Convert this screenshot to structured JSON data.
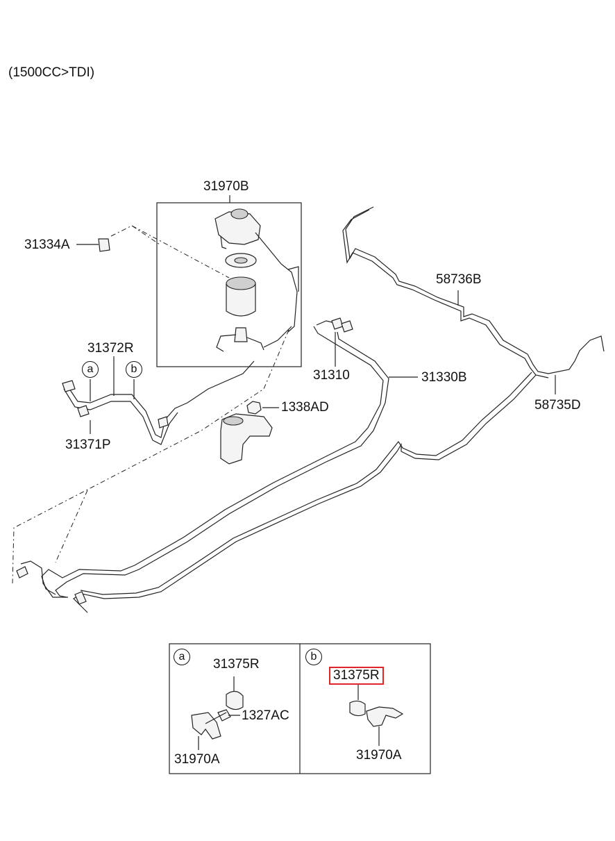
{
  "caption": "(1500CC>TDI)",
  "labels": {
    "l31970B": "31970B",
    "l31334A": "31334A",
    "l58736B": "58736B",
    "l31372R": "31372R",
    "l31310": "31310",
    "l31330B": "31330B",
    "l58735D": "58735D",
    "l1338AD": "1338AD",
    "l31371P": "31371P"
  },
  "callouts": {
    "a": "a",
    "b": "b"
  },
  "detail_a": {
    "tag": "a",
    "p1": "31375R",
    "p2": "1327AC",
    "p3": "31970A"
  },
  "detail_b": {
    "tag": "b",
    "p1": "31375R",
    "p3": "31970A"
  },
  "highlight_color": "#e0242a"
}
